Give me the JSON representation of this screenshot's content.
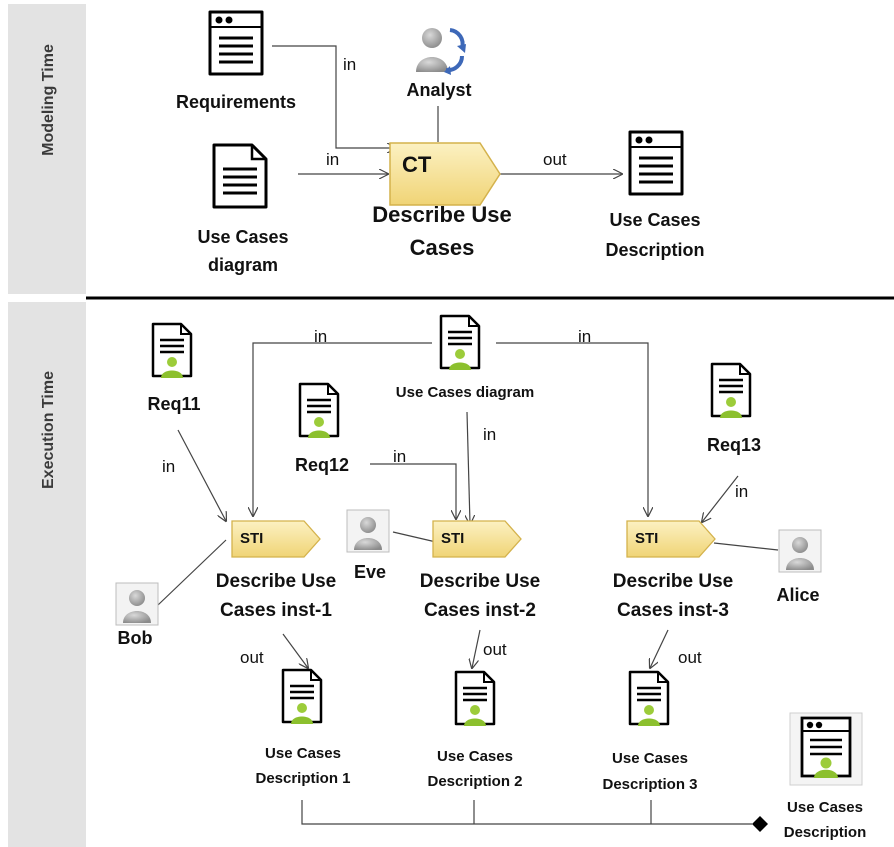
{
  "bands": {
    "modeling": "Modeling Time",
    "execution": "Execution Time"
  },
  "modeling": {
    "requirements": "Requirements",
    "analyst": "Analyst",
    "use_cases_diagram": [
      "Use Cases",
      "diagram"
    ],
    "task_tag": "CT",
    "task_name": [
      "Describe Use",
      "Cases"
    ],
    "use_cases_description": [
      "Use Cases",
      "Description"
    ],
    "edge_in_1": "in",
    "edge_in_2": "in",
    "edge_out": "out"
  },
  "execution": {
    "req11": "Req11",
    "req12": "Req12",
    "req13": "Req13",
    "use_cases_diagram": "Use Cases diagram",
    "instances": [
      {
        "tag": "STI",
        "name": [
          "Describe Use",
          "Cases inst-1"
        ],
        "performer": "Bob",
        "output": [
          "Use Cases",
          "Description 1"
        ]
      },
      {
        "tag": "STI",
        "name": [
          "Describe Use",
          "Cases inst-2"
        ],
        "performer": "Eve",
        "output": [
          "Use Cases",
          "Description 2"
        ]
      },
      {
        "tag": "STI",
        "name": [
          "Describe Use",
          "Cases inst-3"
        ],
        "performer": "Alice",
        "output": [
          "Use Cases",
          "Description 3"
        ]
      }
    ],
    "aggregate": [
      "Use Cases",
      "Description"
    ],
    "edge_labels": {
      "in_left": "in",
      "in_right": "in",
      "in_center": "in",
      "in_req11": "in",
      "in_req12": "in",
      "in_req13": "in",
      "out_1": "out",
      "out_2": "out",
      "out_3": "out"
    }
  }
}
